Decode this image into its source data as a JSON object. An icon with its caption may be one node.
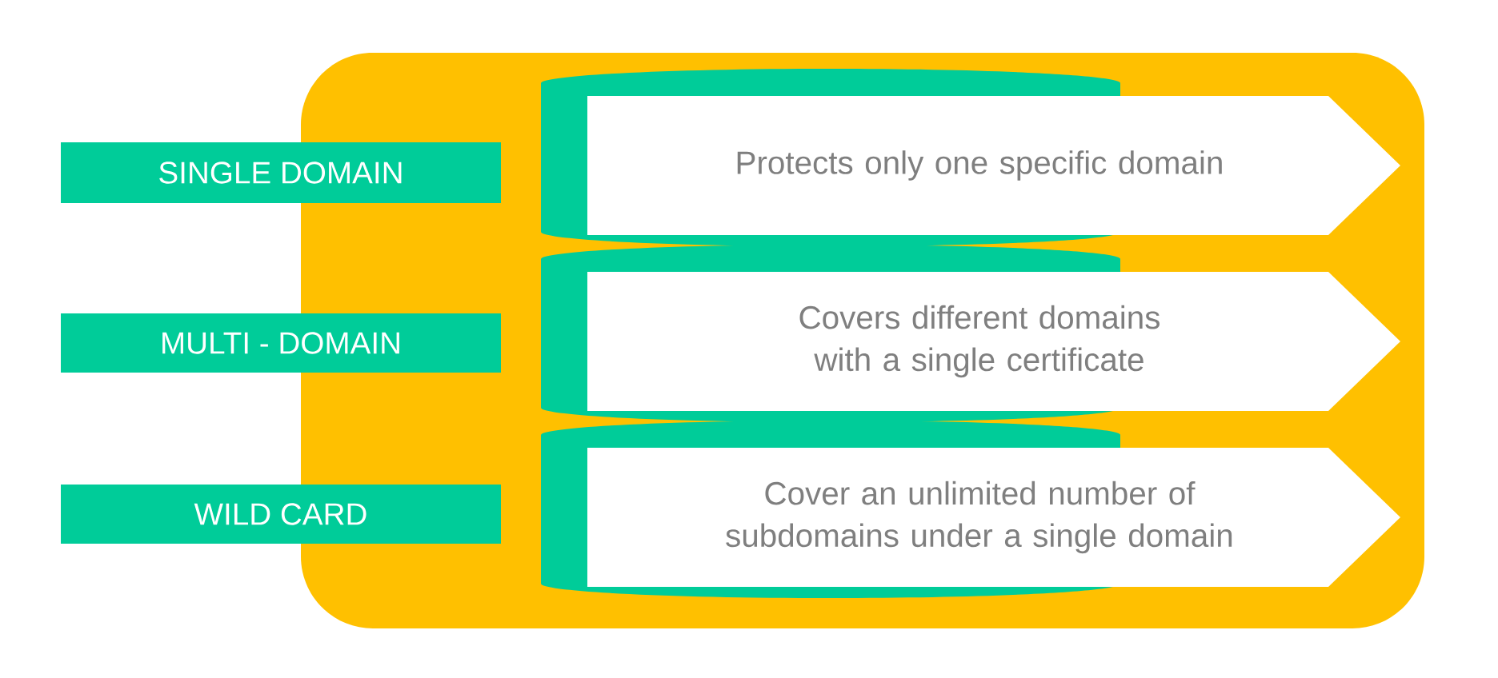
{
  "diagram": {
    "nodes": [
      {
        "text": [],
        "shape": "box"
      },
      {
        "text": [
          "SINGLE DOMAIN"
        ]
      },
      {
        "text": [
          "Protects only one specific domain"
        ],
        "in": 0
      },
      {
        "text": [
          "MULTI - DOMAIN"
        ]
      },
      {
        "text": [
          "Covers different domains with a single certificate"
        ],
        "in": 0
      },
      {
        "text": [
          "WILD CARD"
        ]
      },
      {
        "text": [
          "Cover an unlimited number of subdomains under a single domain"
        ],
        "in": 0
      }
    ]
  }
}
